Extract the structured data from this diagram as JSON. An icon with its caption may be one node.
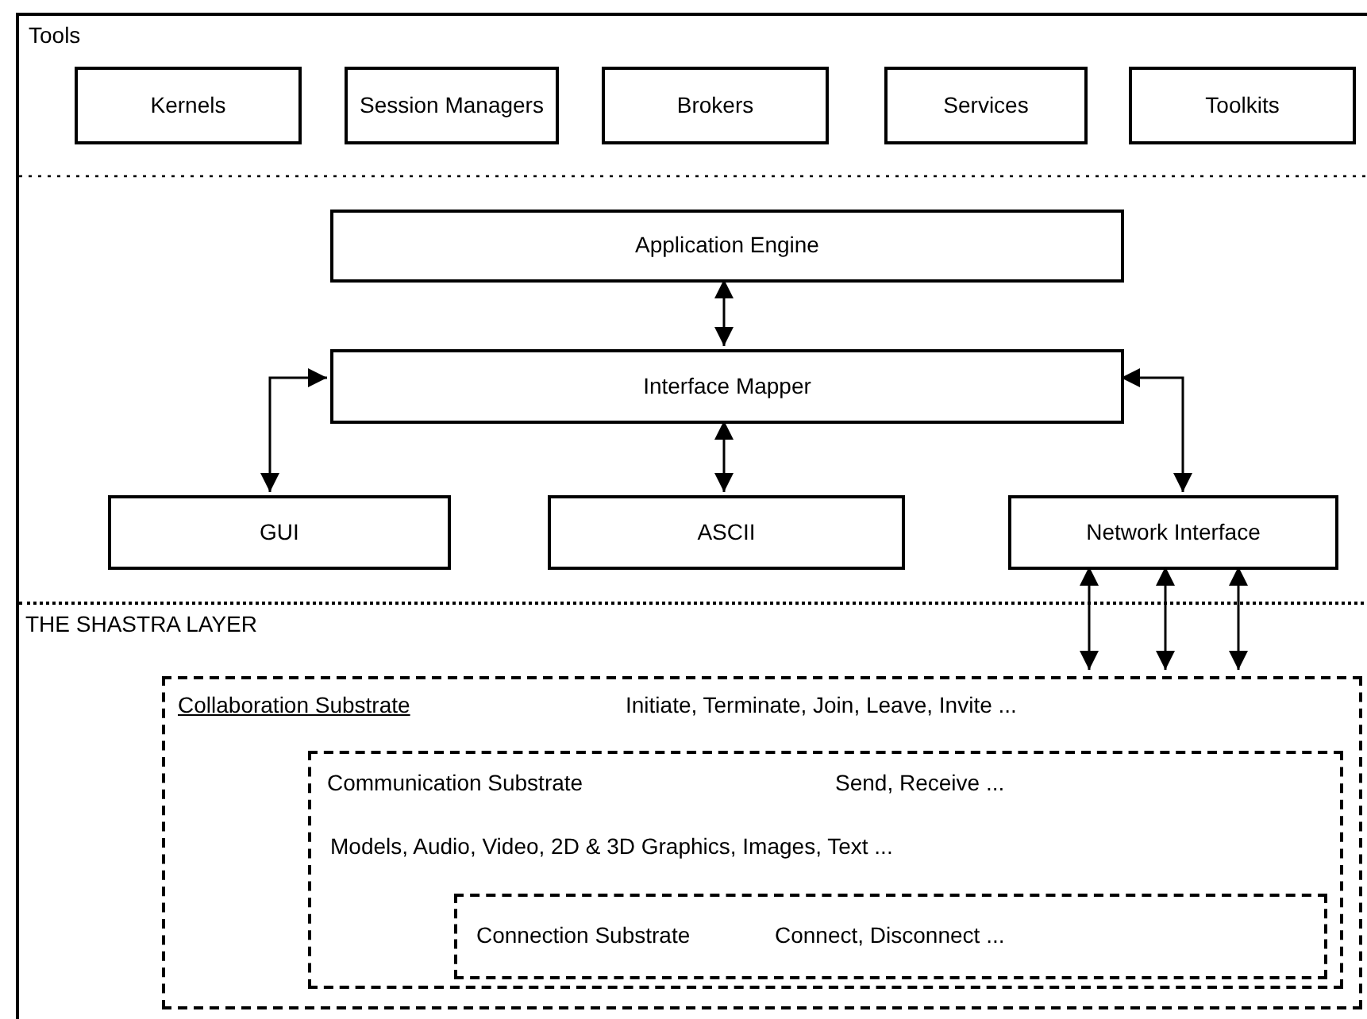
{
  "diagram": {
    "nodes": [
      {
        "text": [
          "Tools"
        ]
      },
      {
        "text": [
          "Kernels"
        ],
        "in": 0
      },
      {
        "text": [
          "Session Managers"
        ],
        "in": 0
      },
      {
        "text": [
          "Brokers"
        ],
        "in": 0
      },
      {
        "text": [
          "Services"
        ],
        "in": 0
      },
      {
        "text": [
          "Toolkits"
        ],
        "in": 0
      },
      {
        "text": [
          "Application Engine"
        ],
        "in": 0
      },
      {
        "text": [
          "Interface Mapper"
        ],
        "in": 0
      },
      {
        "text": [
          "GUI"
        ],
        "in": 0
      },
      {
        "text": [
          "ASCII"
        ],
        "in": 0
      },
      {
        "text": [
          "Network Interface"
        ],
        "in": 0
      },
      {
        "text": [
          "THE SHASTRA LAYER"
        ],
        "in": 0
      },
      {
        "text": [
          "Collaboration Substrate",
          "Initiate, Terminate, Join,  Leave, Invite ..."
        ],
        "in": 11
      },
      {
        "text": [
          "Communication Substrate",
          "Send, Receive ...",
          "Models, Audio, Video, 2D & 3D Graphics, Images, Text ..."
        ],
        "in": 12
      },
      {
        "text": [
          "Connection Substrate",
          "Connect, Disconnect ..."
        ],
        "in": 13
      }
    ],
    "edges": [
      {
        "from": 6,
        "to": 7,
        "arrow": "both"
      },
      {
        "from": 7,
        "to": 8,
        "arrow": "both"
      },
      {
        "from": 7,
        "to": 9,
        "arrow": "both"
      },
      {
        "from": 7,
        "to": 10,
        "arrow": "both"
      },
      {
        "from": 10,
        "to": 12,
        "arrow": "both"
      },
      {
        "from": 10,
        "to": 12,
        "arrow": "both"
      },
      {
        "from": 10,
        "to": 12,
        "arrow": "both"
      }
    ]
  }
}
